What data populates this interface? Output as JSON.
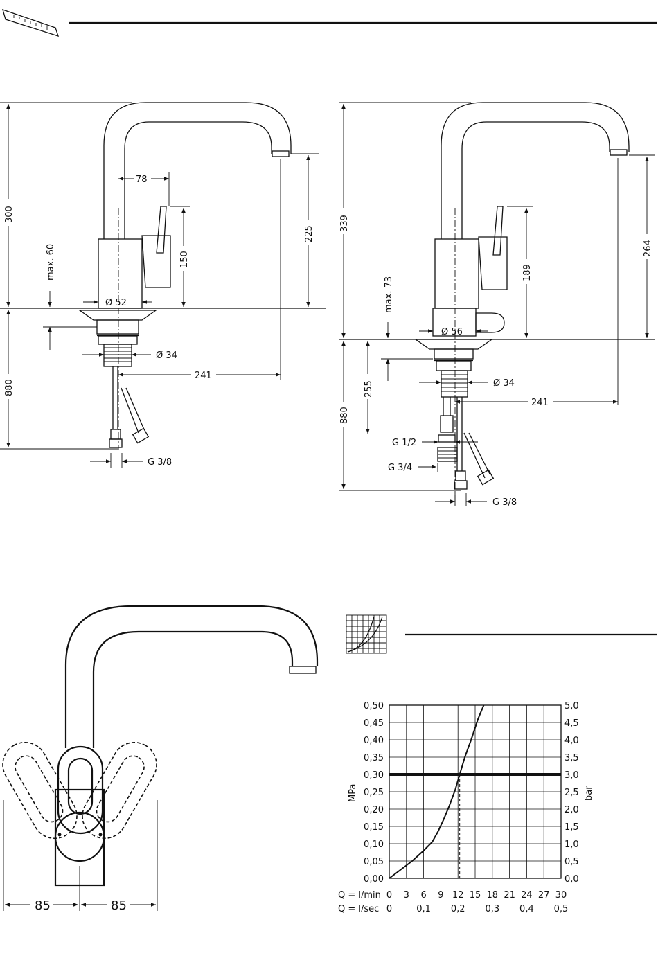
{
  "drawing1": {
    "dims": {
      "height_total": "300",
      "spout_height": "225",
      "reach_78": "78",
      "handle_150": "150",
      "max_deck": "max. 60",
      "base_dia": "Ø 52",
      "shank_dia": "Ø 34",
      "projection": "241",
      "hose_length": "880",
      "thread": "G 3/8"
    }
  },
  "drawing2": {
    "dims": {
      "height_total": "339",
      "spout_height": "264",
      "handle_189": "189",
      "max_deck": "max. 73",
      "base_dia": "Ø 56",
      "shank_dia": "Ø 34",
      "projection": "241",
      "d255": "255",
      "hose_length": "880",
      "thread_g12": "G 1/2",
      "thread_g34": "G 3/4",
      "thread_g38": "G 3/8"
    }
  },
  "drawing3": {
    "left_dim": "85",
    "right_dim": "85"
  },
  "chart_data": {
    "type": "line",
    "left_axis_label": "MPa",
    "right_axis_label": "bar",
    "left_ticks": [
      "0,00",
      "0,05",
      "0,10",
      "0,15",
      "0,20",
      "0,25",
      "0,30",
      "0,35",
      "0,40",
      "0,45",
      "0,50"
    ],
    "right_ticks": [
      "0,0",
      "0,5",
      "1,0",
      "1,5",
      "2,0",
      "2,5",
      "3,0",
      "3,5",
      "4,0",
      "4,5",
      "5,0"
    ],
    "x_lmin_prefix": "Q = l/min",
    "x_lmin_ticks": [
      "0",
      "3",
      "6",
      "9",
      "12",
      "15",
      "18",
      "21",
      "24",
      "27",
      "30"
    ],
    "x_lsec_prefix": "Q = l/sec",
    "x_lsec_ticks": [
      "0",
      "0,1",
      "0,2",
      "0,3",
      "0,4",
      "0,5"
    ],
    "xlim": [
      0,
      30
    ],
    "ylim": [
      0,
      0.5
    ],
    "reference_line_mpa": 0.3,
    "reference_flow_lmin": 12.3,
    "series": [
      {
        "x": [
          0,
          2,
          4,
          6,
          7.5,
          8.5,
          9.5,
          10.5,
          11.5,
          12.3,
          13.2,
          14.3,
          15.5,
          16.5
        ],
        "y": [
          0,
          0.025,
          0.05,
          0.08,
          0.105,
          0.135,
          0.17,
          0.21,
          0.255,
          0.3,
          0.35,
          0.4,
          0.46,
          0.5
        ]
      }
    ]
  }
}
